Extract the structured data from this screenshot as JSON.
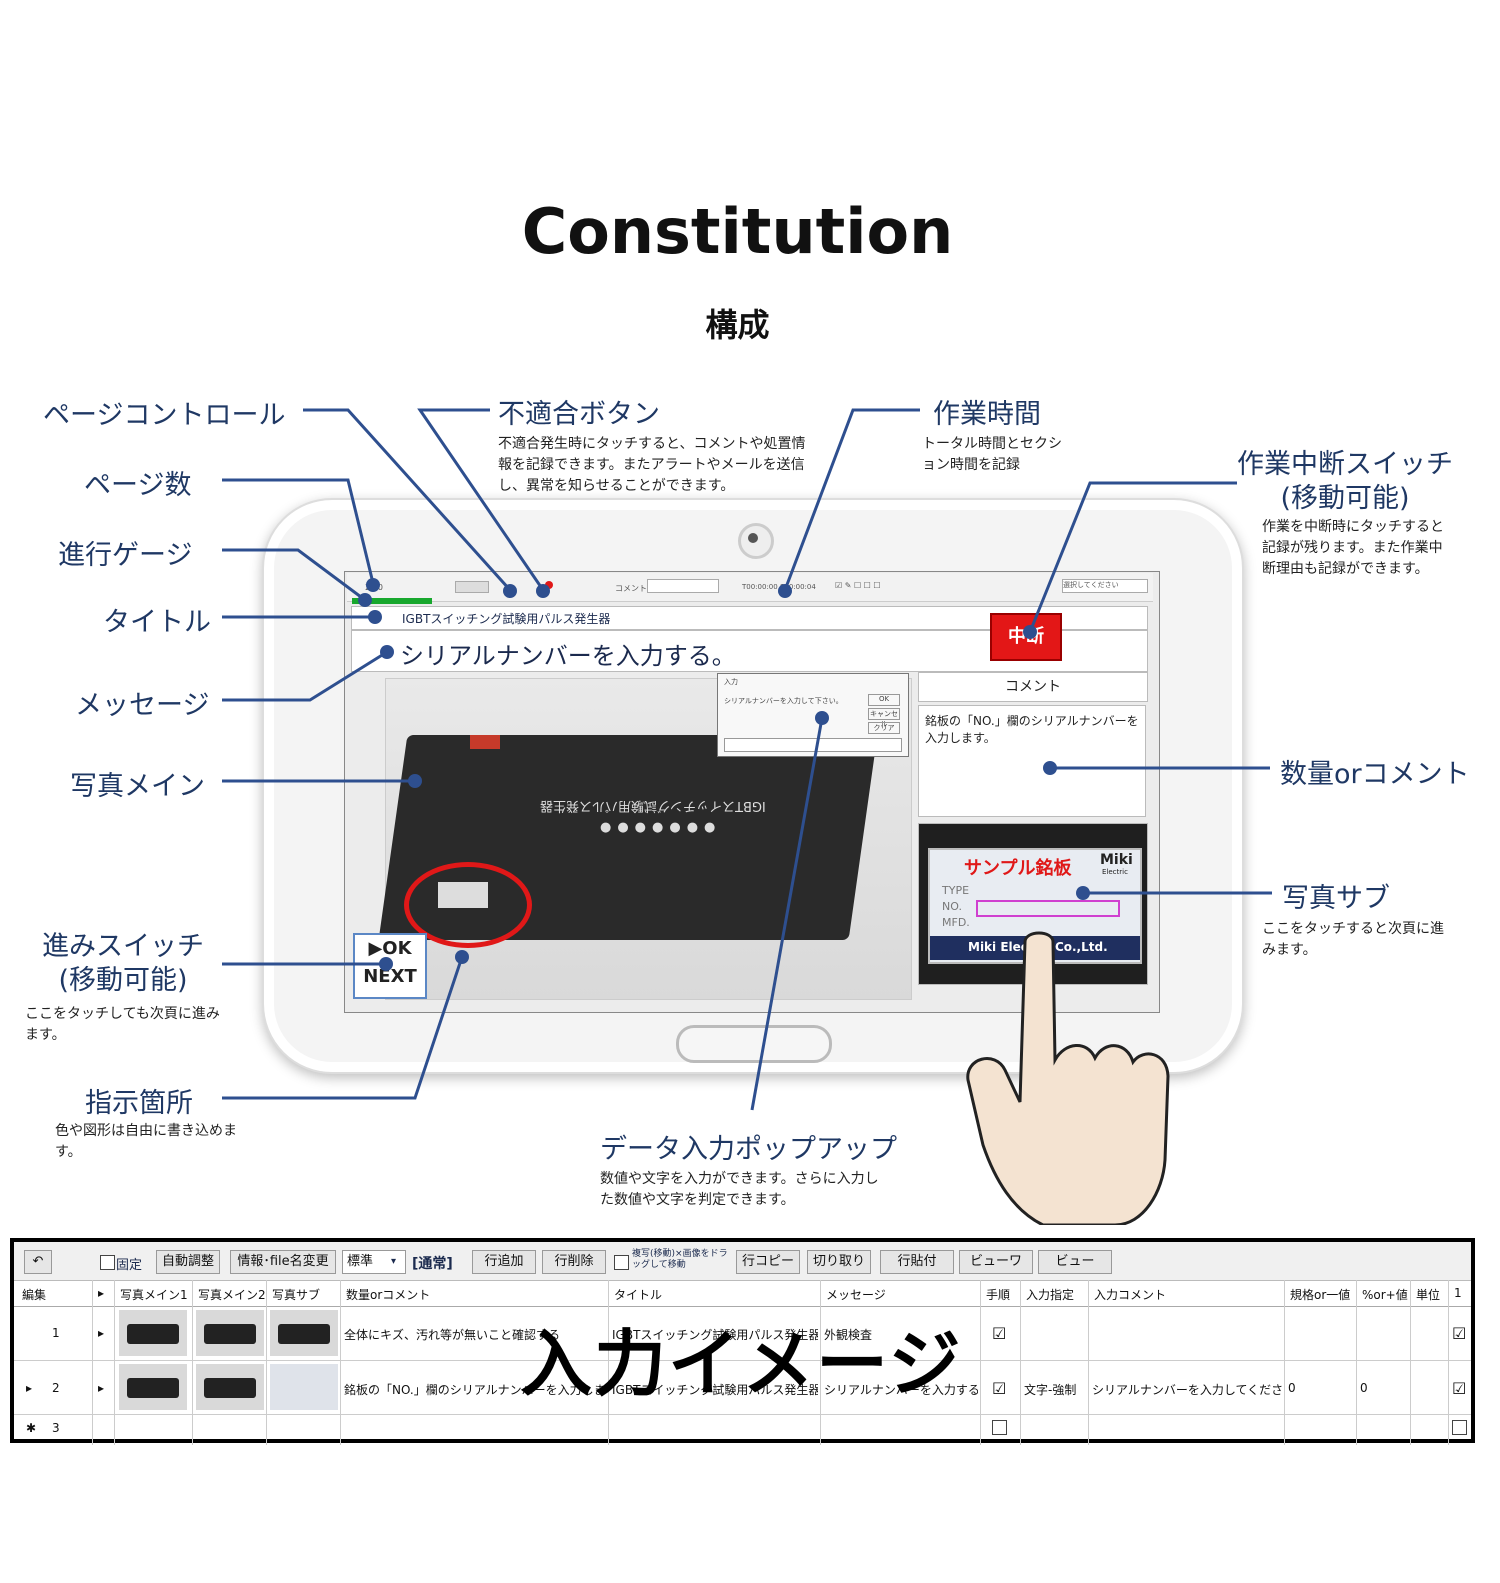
{
  "heading": {
    "title": "Constitution",
    "subtitle": "構成"
  },
  "callouts": {
    "page_control": "ページコントロール",
    "page_count": "ページ数",
    "progress_gauge": "進行ゲージ",
    "title": "タイトル",
    "message": "メッセージ",
    "photo_main": "写真メイン",
    "advance_switch": {
      "label": "進みスイッチ\n(移動可能)",
      "desc": "ここをタッチしても次頁に進みます。"
    },
    "indication": {
      "label": "指示箇所",
      "desc": "色や図形は自由に書き込めます。"
    },
    "nonconform_button": {
      "label": "不適合ボタン",
      "desc": "不適合発生時にタッチすると、コメントや処置情報を記録できます。またアラートやメールを送信し、異常を知らせることができます。"
    },
    "work_time": {
      "label": "作業時間",
      "desc": "トータル時間とセクション時間を記録"
    },
    "interrupt_switch": {
      "label": "作業中断スイッチ\n(移動可能)",
      "desc": "作業を中断時にタッチすると記録が残ります。また作業中断理由も記録ができます。"
    },
    "qty_comment": "数量orコメント",
    "photo_sub": {
      "label": "写真サブ",
      "desc": "ここをタッチすると次頁に進みます。"
    },
    "data_popup": {
      "label": "データ入力ポップアップ",
      "desc": "数値や文字を入力ができます。さらに入力した数値や文字を判定できます。"
    }
  },
  "tablet": {
    "page_counter": "2/20",
    "comment_label": "コメント",
    "timer": "T00:00:00 S00:00:04",
    "select_placeholder": "選択してください",
    "title": "IGBTスイッチング試験用パルス発生器",
    "message": "シリアルナンバーを入力する。",
    "interrupt_label": "中断",
    "comment_header": "コメント",
    "comment_text": "銘板の「NO.」欄のシリアルナンバーを入力します。",
    "ok_label": "▶OK",
    "next_label": "NEXT",
    "popup": {
      "title": "入力",
      "text": "シリアルナンバーを入力して下さい。",
      "ok": "OK",
      "cancel": "キャンセル",
      "clear": "クリア"
    },
    "plate": {
      "title": "サンプル銘板",
      "brand": "Miki",
      "brand_sub": "Electric",
      "type": "TYPE",
      "no": "NO.",
      "mfd": "MFD.",
      "footer": "Miki Electric Co.,Ltd."
    },
    "device_label": "IGBTスイッチング試験用パルス発生器"
  },
  "grid": {
    "toolbar": {
      "undo": "↶",
      "fix": "固定",
      "auto_adjust": "自動調整",
      "info_rename": "情報･file名変更",
      "mode_select": "標準",
      "mode_label": "[通常]",
      "add_row": "行追加",
      "delete_row": "行削除",
      "drag_copy": "複写(移動)×画像をドラッグして移動",
      "copy_row": "行コピー",
      "cut": "切り取り",
      "paste_row": "行貼付",
      "viewer": "ビューワ",
      "view": "ビュー"
    },
    "columns": [
      "編集",
      "▸",
      "写真メイン1",
      "写真メイン2",
      "写真サブ",
      "数量orコメント",
      "タイトル",
      "メッセージ",
      "手順",
      "入力指定",
      "入力コメント",
      "規格or一値",
      "%or+値",
      "単位",
      "1"
    ],
    "rows": [
      {
        "num": "1",
        "qty": "全体にキズ、汚れ等が無いこと確認する",
        "title": "IGBTスイッチング試験用パルス発生器",
        "message": "外観検査",
        "step": "☑",
        "input_type": "",
        "input_comment": "",
        "spec": "",
        "pct": "",
        "unit": "",
        "last": "☑"
      },
      {
        "num": "2",
        "qty": "銘板の「NO.」欄のシリアルナンバーを入力します。",
        "title": "IGBTスイッチング試験用パルス発生器",
        "message": "シリアルナンバーを入力する。",
        "step": "☑",
        "input_type": "文字-強制",
        "input_comment": "シリアルナンバーを入力してください。",
        "spec": "0",
        "pct": "0",
        "unit": "",
        "last": "☑"
      },
      {
        "num": "3",
        "qty": "",
        "title": "",
        "message": "",
        "step": "",
        "input_type": "",
        "input_comment": "",
        "spec": "",
        "pct": "",
        "unit": "",
        "last": ""
      }
    ],
    "overlay": "入力イメージ"
  },
  "colors": {
    "callout": "#1f3864",
    "line": "#2e4f8f",
    "interrupt": "#e31717",
    "gauge": "#18a82e",
    "indicator": "#e01818"
  }
}
